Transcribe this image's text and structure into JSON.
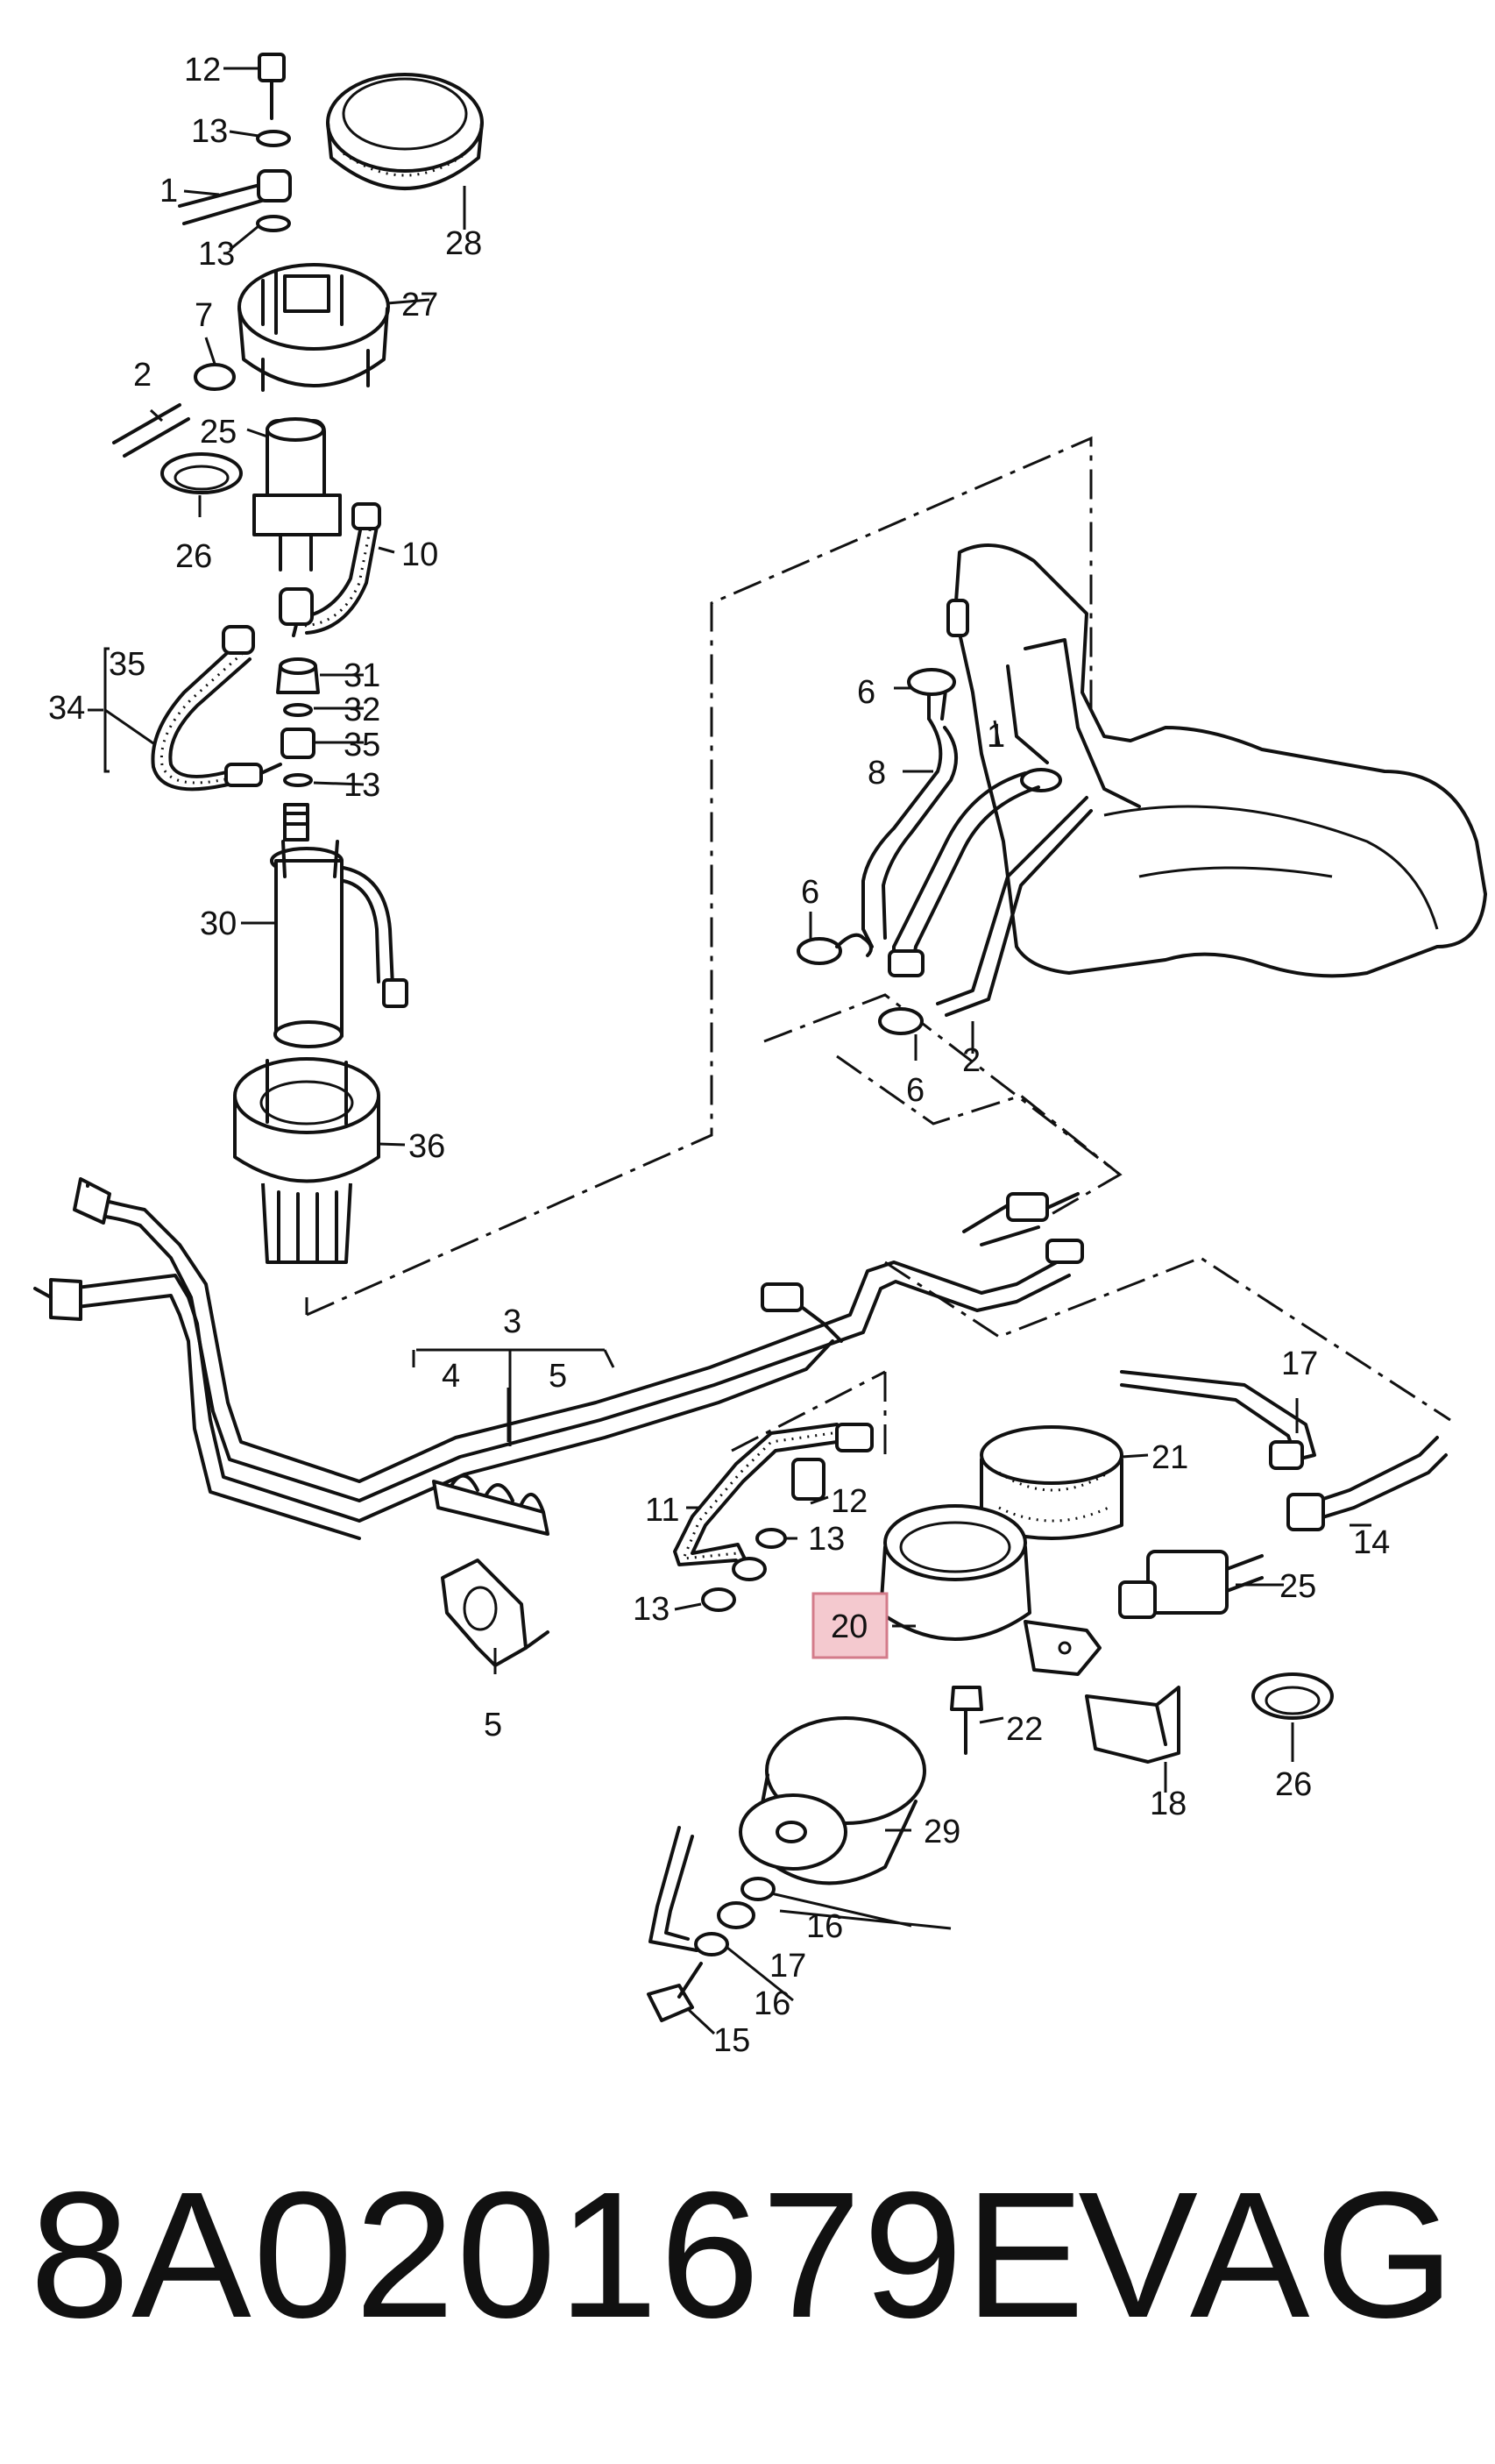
{
  "labels": {
    "l1a": "1",
    "l1b": "1",
    "l2a": "2",
    "l2b": "2",
    "l3": "3",
    "l4": "4",
    "l5a": "5",
    "l5b": "5",
    "l6a": "6",
    "l6b": "6",
    "l6c": "6",
    "l7": "7",
    "l8": "8",
    "l10": "10",
    "l11": "11",
    "l12a": "12",
    "l12b": "12",
    "l13a": "13",
    "l13b": "13",
    "l13c": "13",
    "l13d": "13",
    "l13e": "13",
    "l14": "14",
    "l15": "15",
    "l16a": "16",
    "l16b": "16",
    "l17a": "17",
    "l17b": "17",
    "l18": "18",
    "l20": "20",
    "l21": "21",
    "l22": "22",
    "l25a": "25",
    "l25b": "25",
    "l26a": "26",
    "l26b": "26",
    "l27": "27",
    "l28": "28",
    "l29": "29",
    "l30": "30",
    "l31": "31",
    "l32": "32",
    "l34": "34",
    "l35a": "35",
    "l35b": "35",
    "l36": "36"
  },
  "highlighted_part": "20",
  "highlight_color": "#f4c9cf",
  "footer": {
    "part_number": "8A0201679E",
    "brand": "VAG"
  }
}
